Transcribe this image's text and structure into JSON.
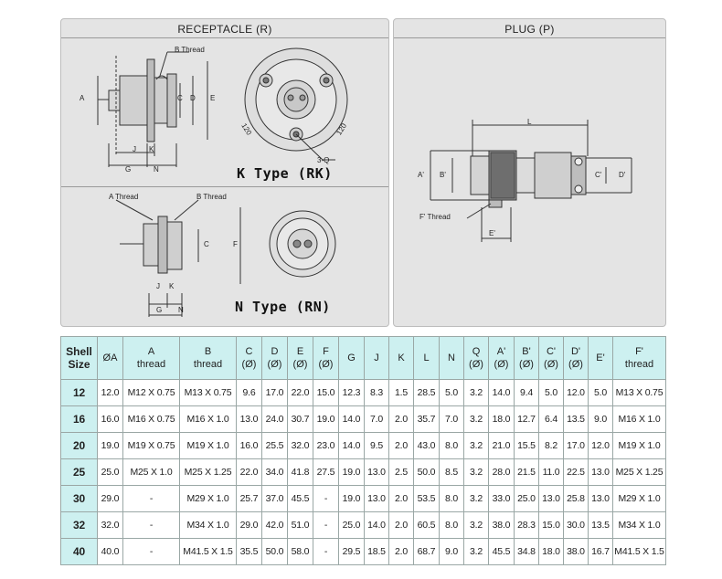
{
  "panels": {
    "receptacle_title": "RECEPTACLE (R)",
    "plug_title": "PLUG (P)"
  },
  "receptacle_k": {
    "type_label": "K Type (RK)",
    "labels": {
      "b_thread": "B Thread",
      "a": "A",
      "c": "C",
      "d": "D",
      "e": "E",
      "j": "J",
      "k": "K",
      "g": "G",
      "n": "N",
      "angle_left": "120",
      "angle_right": "120",
      "holes": "3-Q"
    }
  },
  "receptacle_n": {
    "type_label": "N Type (RN)",
    "labels": {
      "a_thread": "A Thread",
      "b_thread": "B Thread",
      "c": "C",
      "f": "F",
      "j": "J",
      "k": "K",
      "g": "G",
      "n": "N"
    }
  },
  "plug": {
    "labels": {
      "l": "L",
      "a_prime": "A'",
      "b_prime": "B'",
      "c_prime": "C'",
      "d_prime": "D'",
      "e_prime": "E'",
      "f_thread": "F' Thread"
    }
  },
  "table": {
    "headers": [
      [
        "Shell",
        "Size"
      ],
      [
        "ØA"
      ],
      [
        "A",
        "thread"
      ],
      [
        "B",
        "thread"
      ],
      [
        "C",
        "(Ø)"
      ],
      [
        "D",
        "(Ø)"
      ],
      [
        "E",
        "(Ø)"
      ],
      [
        "F",
        "(Ø)"
      ],
      [
        "G"
      ],
      [
        "J"
      ],
      [
        "K"
      ],
      [
        "L"
      ],
      [
        "N"
      ],
      [
        "Q",
        "(Ø)"
      ],
      [
        "A'",
        "(Ø)"
      ],
      [
        "B'",
        "(Ø)"
      ],
      [
        "C'",
        "(Ø)"
      ],
      [
        "D'",
        "(Ø)"
      ],
      [
        "E'"
      ],
      [
        "F'",
        "thread"
      ]
    ],
    "rows": [
      [
        "12",
        "12.0",
        "M12 X 0.75",
        "M13 X 0.75",
        "9.6",
        "17.0",
        "22.0",
        "15.0",
        "12.3",
        "8.3",
        "1.5",
        "28.5",
        "5.0",
        "3.2",
        "14.0",
        "9.4",
        "5.0",
        "12.0",
        "5.0",
        "M13 X 0.75"
      ],
      [
        "16",
        "16.0",
        "M16 X 0.75",
        "M16 X 1.0",
        "13.0",
        "24.0",
        "30.7",
        "19.0",
        "14.0",
        "7.0",
        "2.0",
        "35.7",
        "7.0",
        "3.2",
        "18.0",
        "12.7",
        "6.4",
        "13.5",
        "9.0",
        "M16 X 1.0"
      ],
      [
        "20",
        "19.0",
        "M19 X 0.75",
        "M19 X 1.0",
        "16.0",
        "25.5",
        "32.0",
        "23.0",
        "14.0",
        "9.5",
        "2.0",
        "43.0",
        "8.0",
        "3.2",
        "21.0",
        "15.5",
        "8.2",
        "17.0",
        "12.0",
        "M19 X 1.0"
      ],
      [
        "25",
        "25.0",
        "M25 X 1.0",
        "M25 X 1.25",
        "22.0",
        "34.0",
        "41.8",
        "27.5",
        "19.0",
        "13.0",
        "2.5",
        "50.0",
        "8.5",
        "3.2",
        "28.0",
        "21.5",
        "11.0",
        "22.5",
        "13.0",
        "M25 X 1.25"
      ],
      [
        "30",
        "29.0",
        "-",
        "M29 X 1.0",
        "25.7",
        "37.0",
        "45.5",
        "-",
        "19.0",
        "13.0",
        "2.0",
        "53.5",
        "8.0",
        "3.2",
        "33.0",
        "25.0",
        "13.0",
        "25.8",
        "13.0",
        "M29 X 1.0"
      ],
      [
        "32",
        "32.0",
        "-",
        "M34 X 1.0",
        "29.0",
        "42.0",
        "51.0",
        "-",
        "25.0",
        "14.0",
        "2.0",
        "60.5",
        "8.0",
        "3.2",
        "38.0",
        "28.3",
        "15.0",
        "30.0",
        "13.5",
        "M34 X 1.0"
      ],
      [
        "40",
        "40.0",
        "-",
        "M41.5 X 1.5",
        "35.5",
        "50.0",
        "58.0",
        "-",
        "29.5",
        "18.5",
        "2.0",
        "68.7",
        "9.0",
        "3.2",
        "45.5",
        "34.8",
        "18.0",
        "38.0",
        "16.7",
        "M41.5 X 1.5"
      ]
    ]
  }
}
